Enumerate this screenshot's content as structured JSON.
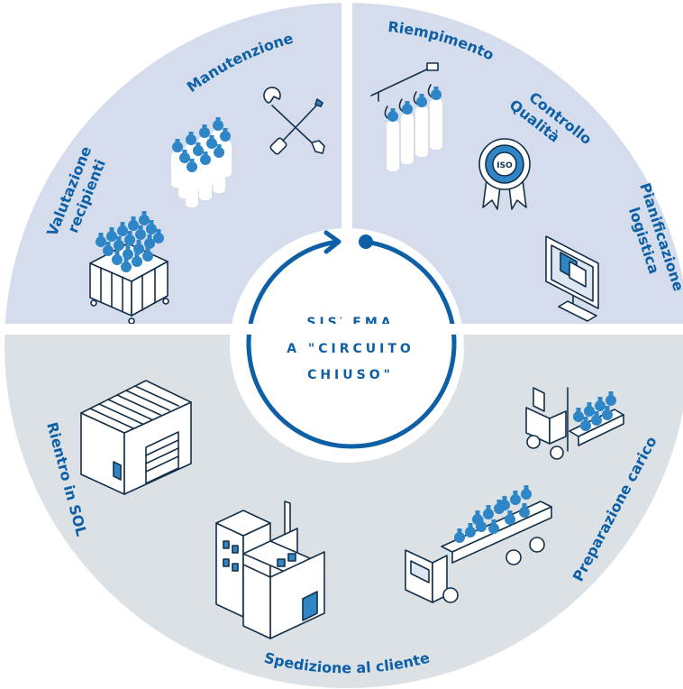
{
  "diagram": {
    "center_lines": [
      "SISTEMA",
      "A \"CIRCUITO",
      "CHIUSO\""
    ],
    "steps": {
      "manutenzione": "Manutenzione",
      "riempimento": "Riempimento",
      "controllo": [
        "Controllo",
        "Qualità"
      ],
      "pianificazione": [
        "Pianificazione",
        "logistica"
      ],
      "preparazione": "Preparazione carico",
      "spedizione": "Spedizione al cliente",
      "rientro": "Rientro in SOL",
      "valutazione": [
        "Valutazione",
        "recipienti"
      ]
    },
    "badge_text": "ISO",
    "colors": {
      "top_quadrants": "#d5dcec",
      "bottom_half": "#dbe1e5",
      "accent_blue": "#0d5fa6",
      "cylinder_blue": "#2f86c6",
      "line_dark": "#13304a"
    }
  }
}
